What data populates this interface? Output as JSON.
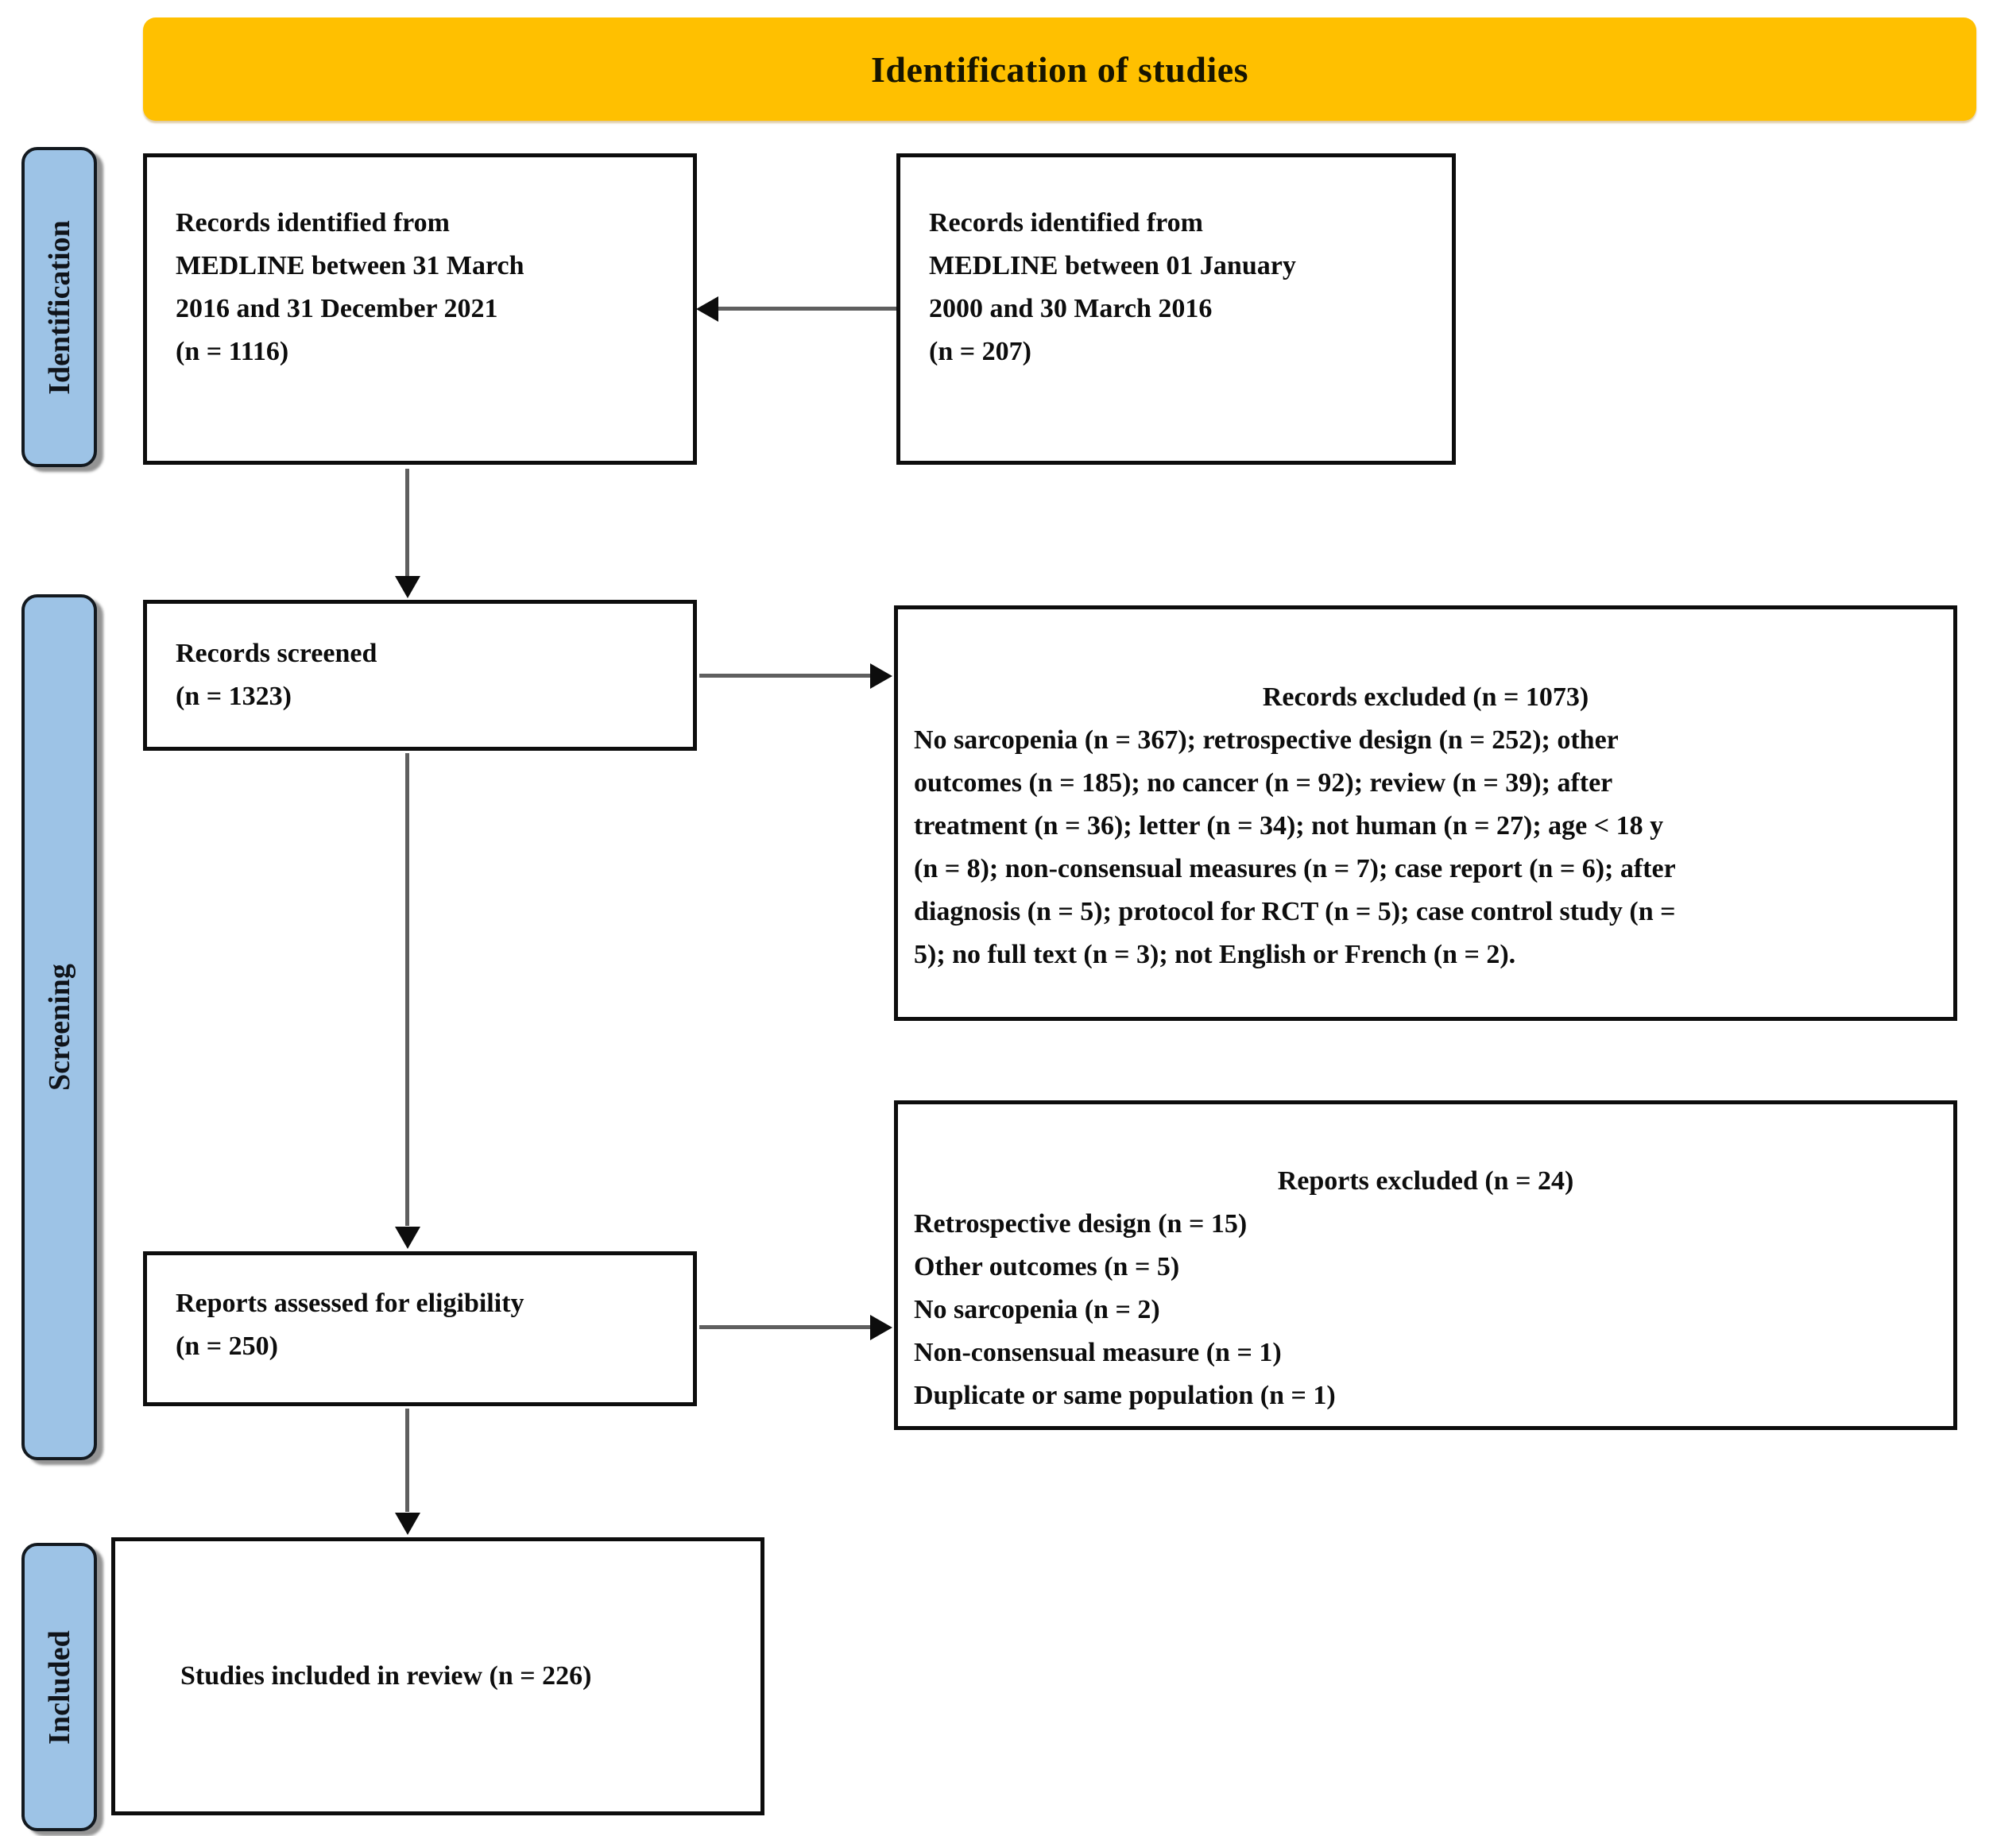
{
  "banner": {
    "title": "Identification of studies",
    "bg_color": "#FFC000"
  },
  "sidebar": {
    "bg_color": "#9DC3E6",
    "stages": [
      {
        "label": "Identification"
      },
      {
        "label": "Screening"
      },
      {
        "label": "Included"
      }
    ]
  },
  "boxes": {
    "identified_recent": {
      "lines": [
        "Records identified from",
        "MEDLINE between 31 March",
        "2016 and 31 December 2021",
        "(n = 1116)"
      ]
    },
    "identified_earlier": {
      "lines": [
        "Records identified from",
        "MEDLINE between 01 January",
        "2000 and 30 March 2016",
        "(n = 207)"
      ]
    },
    "screened": {
      "lines": [
        "Records screened",
        "(n = 1323)"
      ]
    },
    "records_excluded": {
      "title": "Records excluded (n = 1073)",
      "lines": [
        "No sarcopenia (n = 367); retrospective design (n = 252); other",
        "outcomes (n = 185); no cancer (n = 92); review (n = 39); after",
        "treatment (n = 36); letter (n = 34); not human (n = 27); age < 18 y",
        "(n = 8); non-consensual measures (n = 7); case report (n = 6); after",
        "diagnosis (n = 5); protocol for RCT (n = 5); case control study (n =",
        "5); no full text (n = 3); not English or French (n = 2)."
      ]
    },
    "assessed": {
      "lines": [
        "Reports assessed for eligibility",
        "(n = 250)"
      ]
    },
    "reports_excluded": {
      "title": "Reports excluded (n = 24)",
      "lines": [
        "Retrospective design (n = 15)",
        "Other outcomes (n = 5)",
        "No sarcopenia (n = 2)",
        "Non-consensual measure (n = 1)",
        "Duplicate or same population (n = 1)"
      ]
    },
    "included": {
      "text": "Studies included in review (n = 226)"
    }
  },
  "colors": {
    "box_border": "#0d0d0d",
    "arrow_line": "#5f5f5f",
    "arrow_head": "#0d0d0d"
  }
}
